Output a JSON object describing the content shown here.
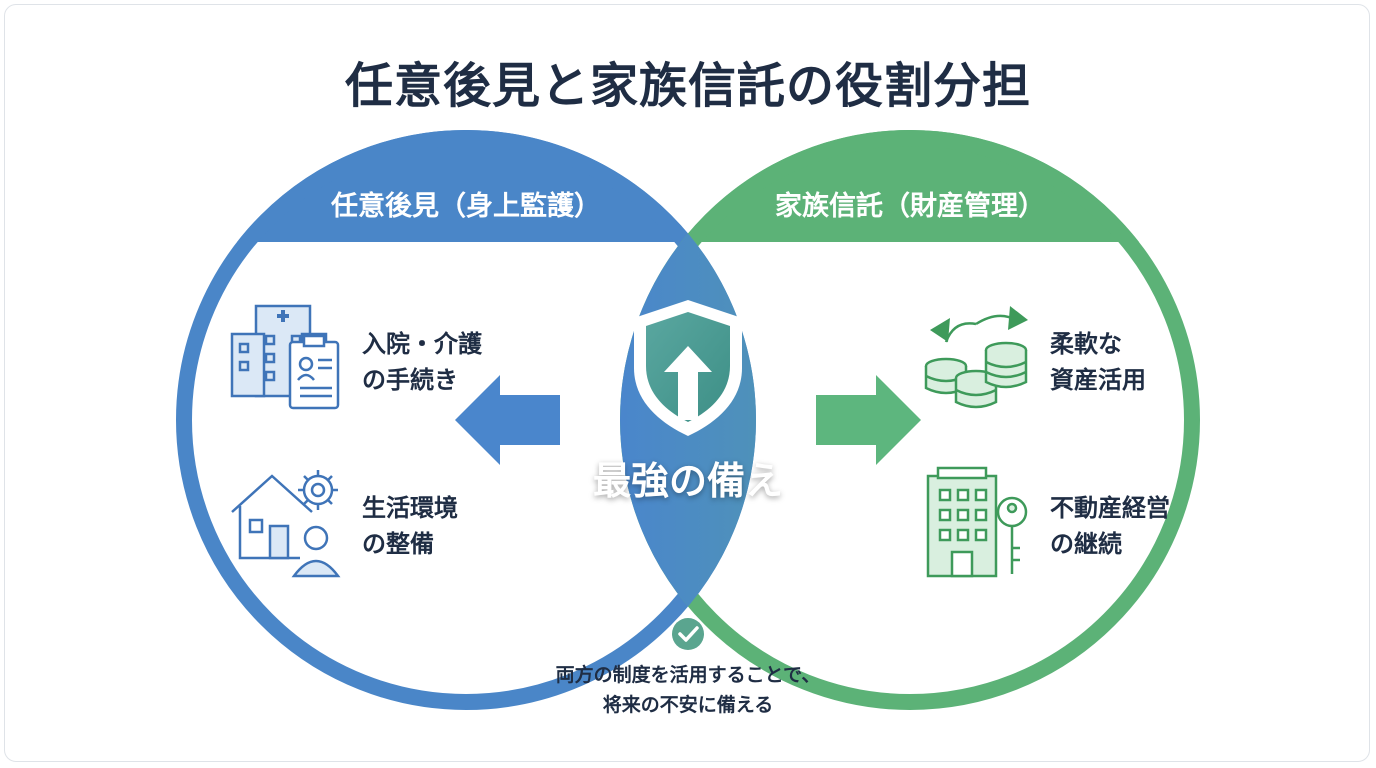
{
  "title": "任意後見と家族信託の役割分担",
  "left_circle": {
    "header": "任意後見（身上監護）",
    "items": [
      {
        "line1": "入院・介護",
        "line2": "の手続き",
        "icon": "hospital-clipboard-icon"
      },
      {
        "line1": "生活環境",
        "line2": "の整備",
        "icon": "house-gear-person-icon"
      }
    ],
    "color": "#4a86c8"
  },
  "right_circle": {
    "header": "家族信託（財産管理）",
    "items": [
      {
        "line1": "柔軟な",
        "line2": "資産活用",
        "icon": "coins-arrows-icon"
      },
      {
        "line1": "不動産経営",
        "line2": "の継続",
        "icon": "building-key-icon"
      }
    ],
    "color": "#5cb277"
  },
  "center": {
    "label": "最強の備え",
    "icon": "shield-arrow-up-icon"
  },
  "footnote": {
    "icon": "check-circle-icon",
    "line1": "両方の制度を活用することで、",
    "line2": "将来の不安に備える"
  }
}
